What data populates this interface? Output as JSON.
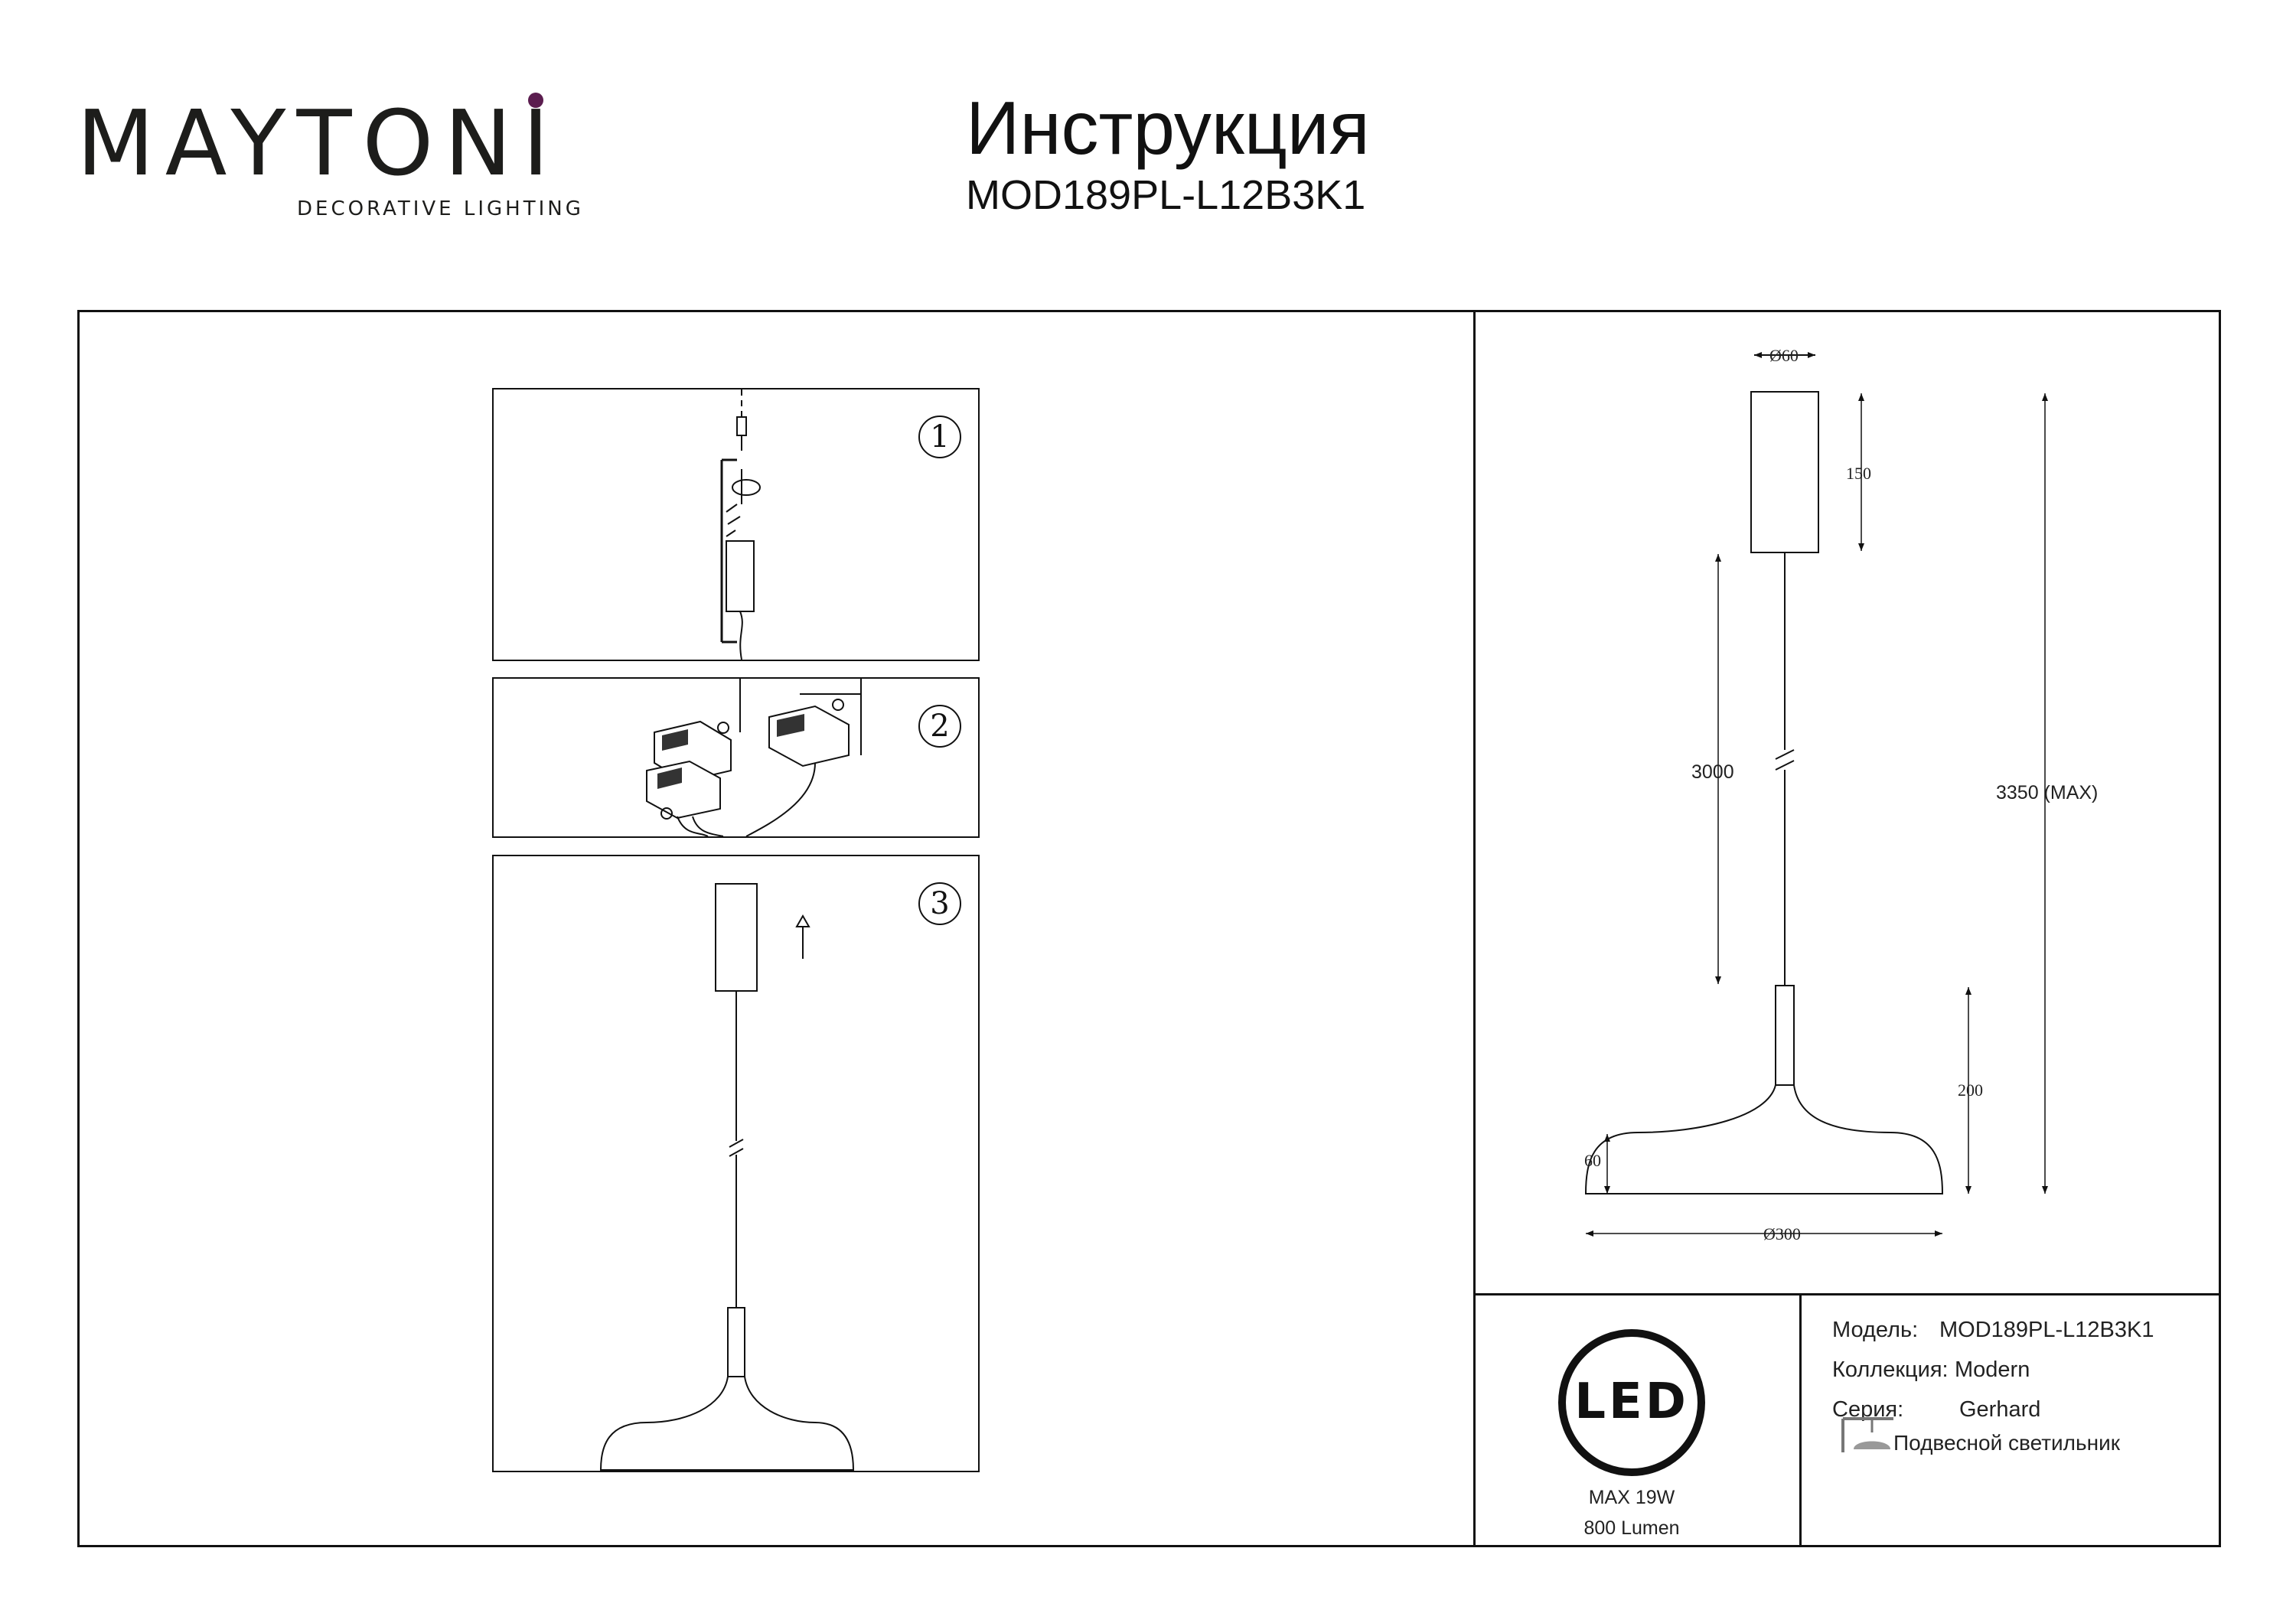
{
  "header": {
    "brand": "MAYTONI",
    "brand_tagline": "DECORATIVE LIGHTING",
    "title": "Инструкция",
    "model": "MOD189PL-L12B3K1"
  },
  "steps": [
    {
      "number": "1"
    },
    {
      "number": "2"
    },
    {
      "number": "3"
    }
  ],
  "dimensions": {
    "canopy_diameter": "Ø60",
    "canopy_height": "150",
    "cable_length": "3000",
    "total_height": "3350 (MAX)",
    "stem_height": "200",
    "shade_height": "60",
    "shade_diameter": "Ø300"
  },
  "led_block": {
    "logo": "LED",
    "power": "MAX 19W",
    "lumen": "800 Lumen"
  },
  "product_info": {
    "model_label": "Модель:",
    "model_value": "MOD189PL-L12B3K1",
    "collection_label": "Коллекция:",
    "collection_value": "Modern",
    "series_label": "Серия:",
    "series_value": "Gerhard",
    "type_value": "Подвесной светильник",
    "type_icon": "pendant-lamp-icon"
  },
  "colors": {
    "brand_accent": "#5b1d4f",
    "line": "#111111"
  }
}
